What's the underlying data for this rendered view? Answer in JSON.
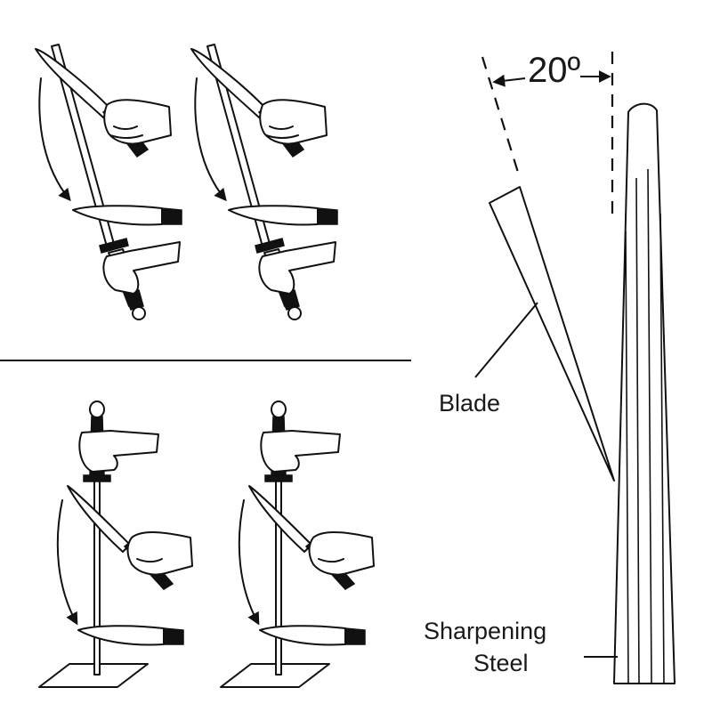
{
  "labels": {
    "angle": "20º",
    "blade": "Blade",
    "steel_line1": "Sharpening",
    "steel_line2": "Steel"
  },
  "figures": {
    "top_panels": [
      "hand-held-steel-left",
      "hand-held-steel-right"
    ],
    "bottom_panels": [
      "steel-on-board-left",
      "steel-on-board-right"
    ]
  },
  "colors": {
    "ink": "#111111",
    "background": "#ffffff"
  }
}
